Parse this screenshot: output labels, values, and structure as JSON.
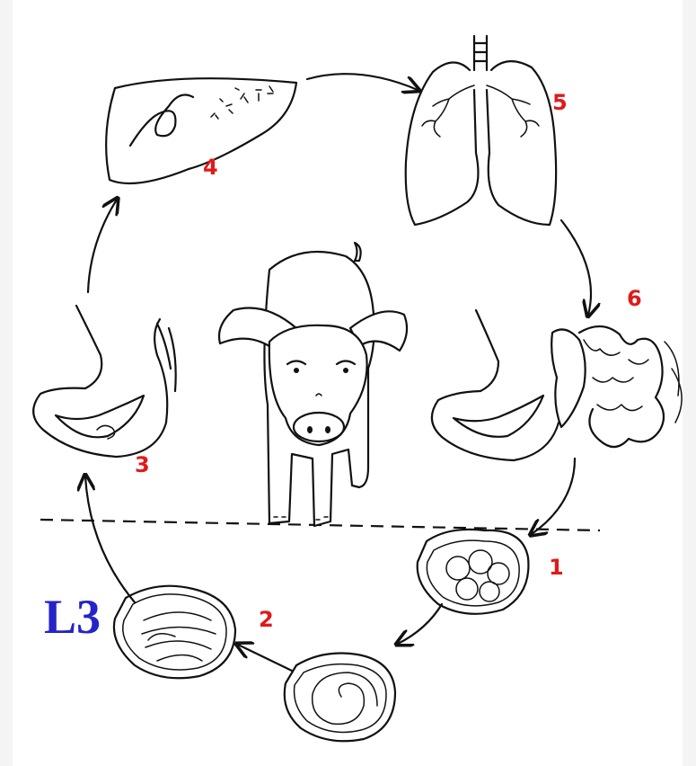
{
  "labels": {
    "step1": "1",
    "step2": "2",
    "step3": "3",
    "step4": "4",
    "step5": "5",
    "step6": "6",
    "larva_stage": "L3"
  },
  "colors": {
    "step_number": "#e01a1a",
    "larva_label": "#2424c8",
    "line_art": "#111111",
    "background": "#ffffff"
  }
}
